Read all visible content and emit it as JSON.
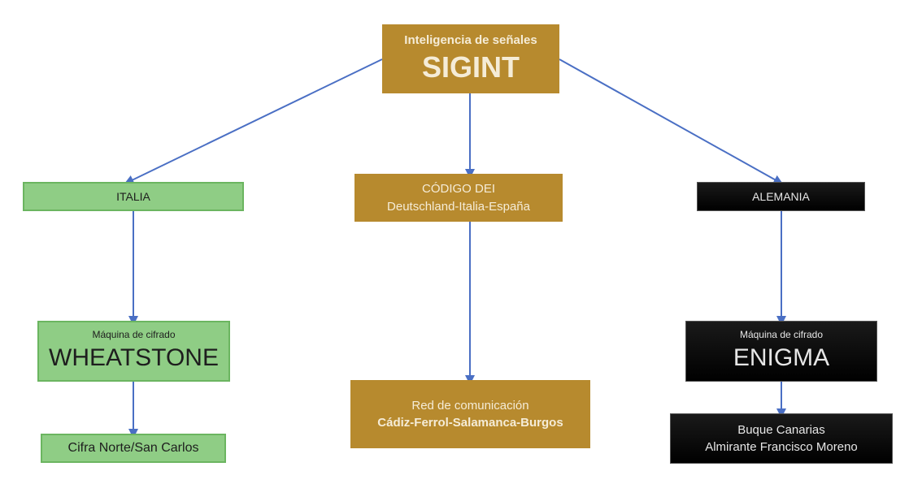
{
  "colors": {
    "gold": "#b78a2e",
    "green": "#8fcd85",
    "black": "#0d0d0d",
    "connector": "#4a6fc4"
  },
  "root": {
    "subtitle": "Inteligencia de señales",
    "title": "SIGINT"
  },
  "italia": {
    "label": "ITALIA",
    "machine": {
      "subtitle": "Máquina de cifrado",
      "title": "WHEATSTONE"
    },
    "leaf": "Cifra Norte/San Carlos"
  },
  "dei": {
    "line1": "CÓDIGO DEI",
    "line2": "Deutschland-Italia-España",
    "network": {
      "line1": "Red de comunicación",
      "line2": "Cádiz-Ferrol-Salamanca-Burgos"
    }
  },
  "alemania": {
    "label": "ALEMANIA",
    "machine": {
      "subtitle": "Máquina de cifrado",
      "title": "ENIGMA"
    },
    "leaf": {
      "line1": "Buque Canarias",
      "line2": "Almirante Francisco Moreno"
    }
  }
}
